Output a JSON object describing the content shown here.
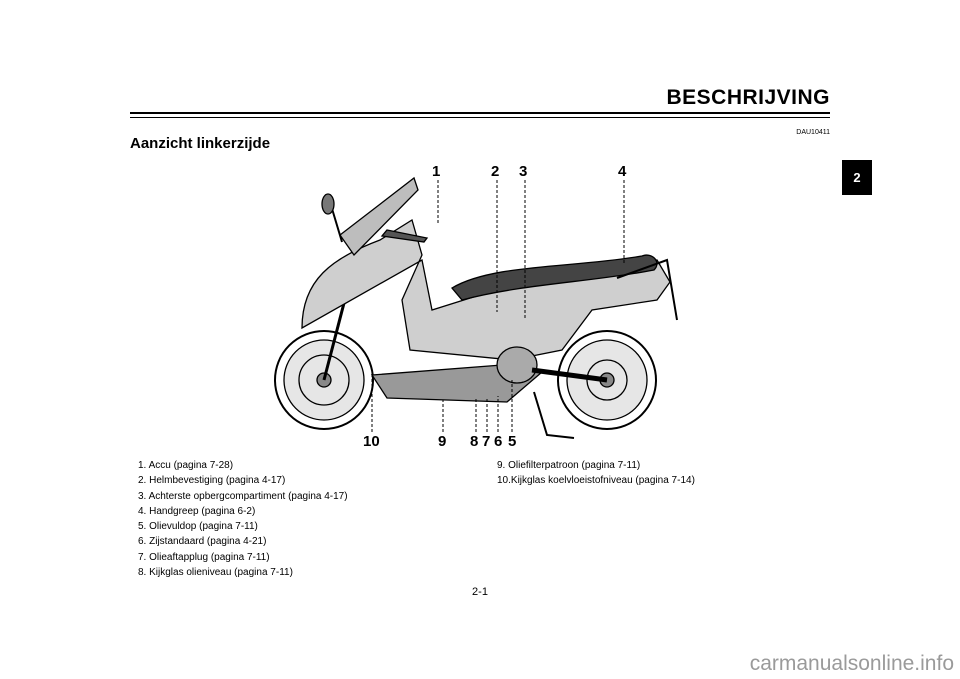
{
  "header": {
    "title": "BESCHRIJVING",
    "doc_code": "DAU10411"
  },
  "section": {
    "title": "Aanzicht linkerzijde"
  },
  "chapter_tab": "2",
  "callouts": [
    "1",
    "2",
    "3",
    "4",
    "5",
    "6",
    "7",
    "8",
    "9",
    "10"
  ],
  "legend_left": [
    "1.  Accu (pagina 7-28)",
    "2.  Helmbevestiging (pagina 4-17)",
    "3.  Achterste opbergcompartiment (pagina 4-17)",
    "4.  Handgreep (pagina 6-2)",
    "5.  Olievuldop (pagina 7-11)",
    "6.  Zijstandaard (pagina 4-21)",
    "7.  Olieaftapplug (pagina 7-11)",
    "8.  Kijkglas olieniveau (pagina 7-11)"
  ],
  "legend_right": [
    "9.  Oliefilterpatroon (pagina 7-11)",
    "10.Kijkglas koelvloeistofniveau (pagina 7-14)"
  ],
  "page_number": "2-1",
  "watermark": "carmanualsonline.info"
}
